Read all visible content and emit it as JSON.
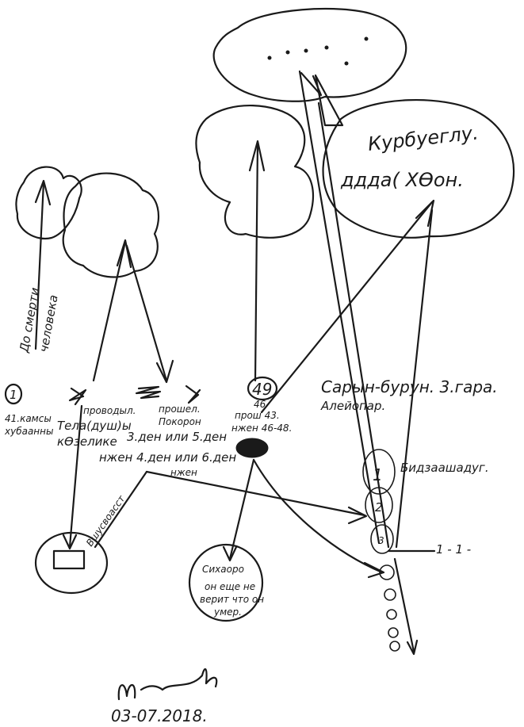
{
  "clouds": {
    "top_right": {
      "line1": "Курбуеглу.",
      "line2": "ддда( ХӨон."
    }
  },
  "labels": {
    "vertical_left_1": "До смерти",
    "vertical_left_2": "человека",
    "circle_1": "1",
    "col1_line1": "41.камсы",
    "col1_line2": "хубаанны",
    "col2_line1": "проводыл.",
    "col2_line2": "Тела(душ)ы",
    "col2_line3": "кӨзелике",
    "col3_line1": "прошел.",
    "col3_line2": "Покорон",
    "col3_line3": "3.ден или 5.ден",
    "col3_line4": "нжен 4.ден или 6.ден",
    "col3_line5": "нжен",
    "col4_number": "49",
    "col4_line1": "46",
    "col4_line2": "прош 43.",
    "col4_line3": "нжен 46-48.",
    "right_line1": "Сарын-бурун. 3.гара.",
    "right_line2": "Алейопар.",
    "bishdaadyg": "Бидзаашадуг.",
    "tick_label": "1 - 1 -",
    "stamp_1": "1",
    "stamp_2": "2",
    "stamp_3": "3",
    "vvergaetsya": "Вшусвоасст",
    "center_circle_1": "Сихаоро",
    "center_circle_2": "он еще не",
    "center_circle_3": "верит что он",
    "center_circle_4": "умер."
  },
  "footer": {
    "date": "03-07.2018."
  }
}
